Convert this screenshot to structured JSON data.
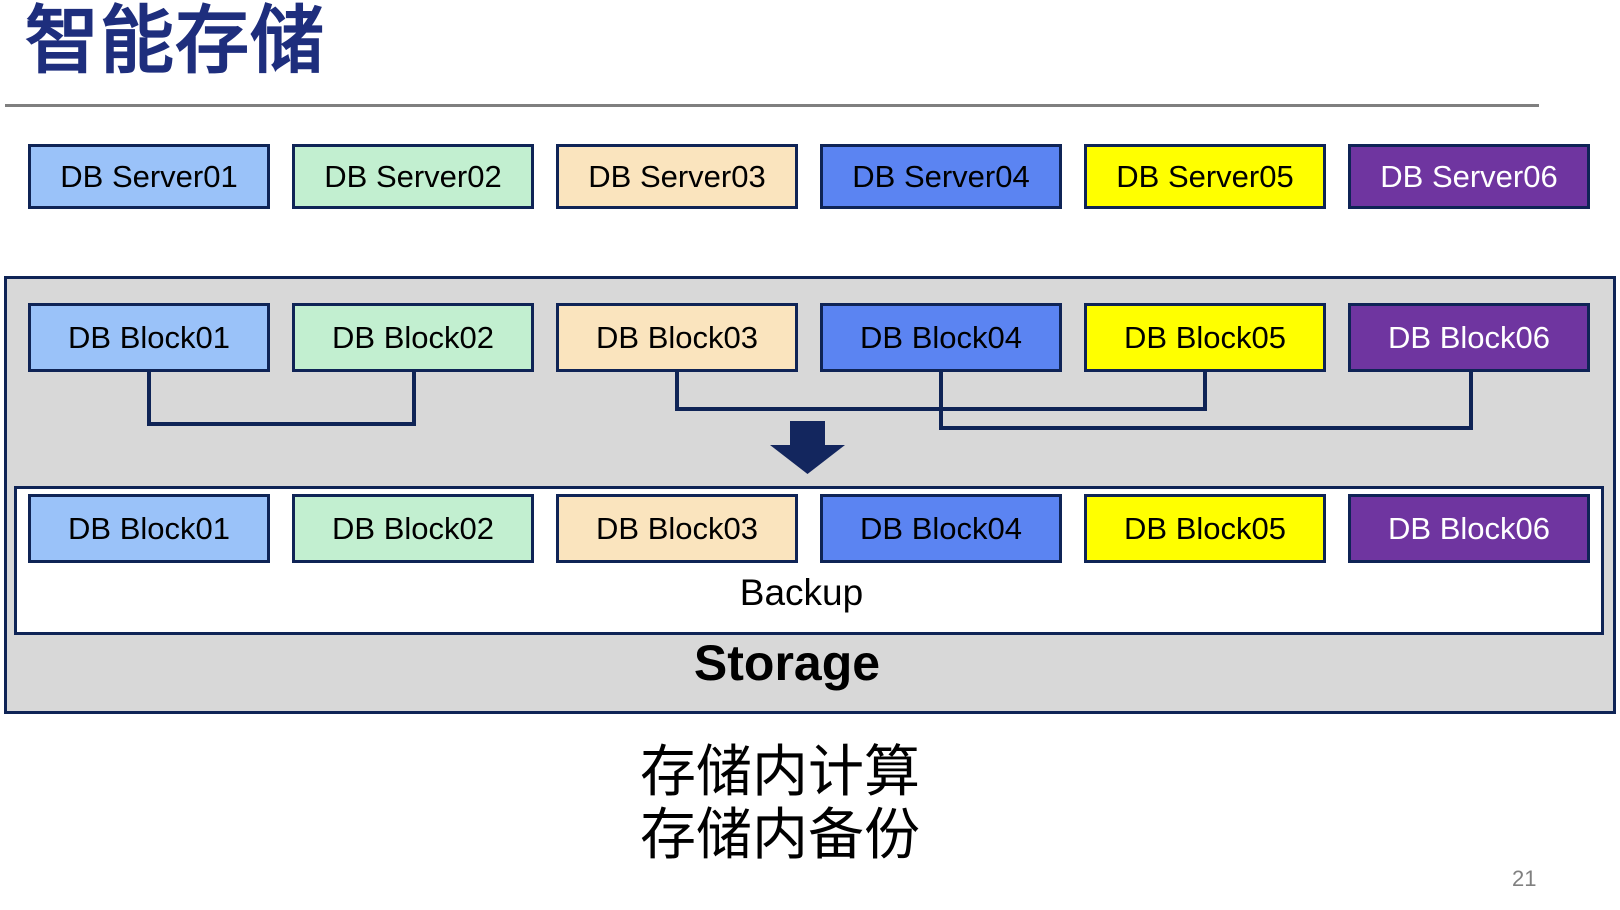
{
  "slide": {
    "title": "智能存储",
    "page_number": "21"
  },
  "caption": {
    "line1": "存储内计算",
    "line2": "存储内备份"
  },
  "servers": [
    {
      "label": "DB Server01",
      "fill": "#9AC2F9",
      "text_color": "#000000"
    },
    {
      "label": "DB Server02",
      "fill": "#C2EFD0",
      "text_color": "#000000"
    },
    {
      "label": "DB Server03",
      "fill": "#FAE4BE",
      "text_color": "#000000"
    },
    {
      "label": "DB Server04",
      "fill": "#5B84F2",
      "text_color": "#000000"
    },
    {
      "label": "DB Server05",
      "fill": "#FFFF00",
      "text_color": "#000000"
    },
    {
      "label": "DB Server06",
      "fill": "#6F35A0",
      "text_color": "#FFFFFF"
    }
  ],
  "storage": {
    "label": "Storage",
    "backup_label": "Backup",
    "source_blocks": [
      {
        "label": "DB Block01",
        "fill": "#9AC2F9",
        "text_color": "#000000"
      },
      {
        "label": "DB Block02",
        "fill": "#C2EFD0",
        "text_color": "#000000"
      },
      {
        "label": "DB Block03",
        "fill": "#FAE4BE",
        "text_color": "#000000"
      },
      {
        "label": "DB Block04",
        "fill": "#5B84F2",
        "text_color": "#000000"
      },
      {
        "label": "DB Block05",
        "fill": "#FFFF00",
        "text_color": "#000000"
      },
      {
        "label": "DB Block06",
        "fill": "#6F35A0",
        "text_color": "#FFFFFF"
      }
    ],
    "backup_blocks": [
      {
        "label": "DB Block01",
        "fill": "#9AC2F9",
        "text_color": "#000000"
      },
      {
        "label": "DB Block02",
        "fill": "#C2EFD0",
        "text_color": "#000000"
      },
      {
        "label": "DB Block03",
        "fill": "#FAE4BE",
        "text_color": "#000000"
      },
      {
        "label": "DB Block04",
        "fill": "#5B84F2",
        "text_color": "#000000"
      },
      {
        "label": "DB Block05",
        "fill": "#FFFF00",
        "text_color": "#000000"
      },
      {
        "label": "DB Block06",
        "fill": "#6F35A0",
        "text_color": "#FFFFFF"
      }
    ]
  },
  "colors": {
    "border_navy": "#0F2456",
    "title_navy": "#1E2E7D",
    "container_gray": "#D8D8D8",
    "arrow_navy": "#13265E",
    "rule_gray": "#7F7F7F",
    "page_number_gray": "#808080"
  }
}
